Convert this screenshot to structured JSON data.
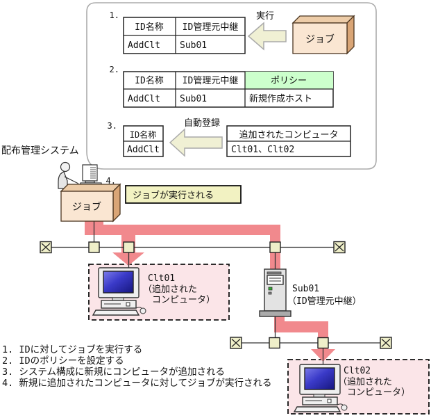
{
  "callout": {
    "step1": {
      "num": "1.",
      "headers": [
        "ID名称",
        "ID管理元中継"
      ],
      "row": [
        "AddClt",
        "Sub01"
      ],
      "arrow": "実行",
      "job": "ジョブ"
    },
    "step2": {
      "num": "2.",
      "headers": [
        "ID名称",
        "ID管理元中継",
        "ポリシー"
      ],
      "row": [
        "AddClt",
        "Sub01",
        "新規作成ホスト"
      ]
    },
    "step3": {
      "num": "3.",
      "arrow": "自動登録",
      "left_header": "ID名称",
      "left_row": "AddClt",
      "right_header": "追加されたコンピュータ",
      "right_row": "Clt01、Clt02"
    }
  },
  "system": {
    "label": "配布管理システム",
    "job": "ジョブ"
  },
  "step4": {
    "num": "4.",
    "label": "ジョブが実行される"
  },
  "network": {
    "clt01": {
      "name": "Clt01",
      "desc_line1": "（追加された",
      "desc_line2": "コンピュータ）"
    },
    "sub01": {
      "name": "Sub01",
      "desc": "（ID管理元中継）"
    },
    "clt02": {
      "name": "Clt02",
      "desc_line1": "（追加された",
      "desc_line2": "コンピュータ）"
    }
  },
  "legend": {
    "line1": "1. IDに対してジョブを実行する",
    "line2": "2. IDのポリシーを設定する",
    "line3": "3. システム構成に新規にコンピュータが追加される",
    "line4": "4. 新規に追加されたコンピュータに対してジョブが実行される"
  },
  "colors": {
    "flow_arrow": "#F1898D",
    "policy_highlight": "#CCFFCC",
    "note_bg": "#F2F2C2",
    "box_front": "#FAE6D2",
    "box_top": "#EDCCA8",
    "box_side": "#D9A576",
    "node_fill": "#EFEFC9",
    "added_box_fill": "#FBE5E8",
    "block_arrow_fill": "#F0F0D4"
  }
}
